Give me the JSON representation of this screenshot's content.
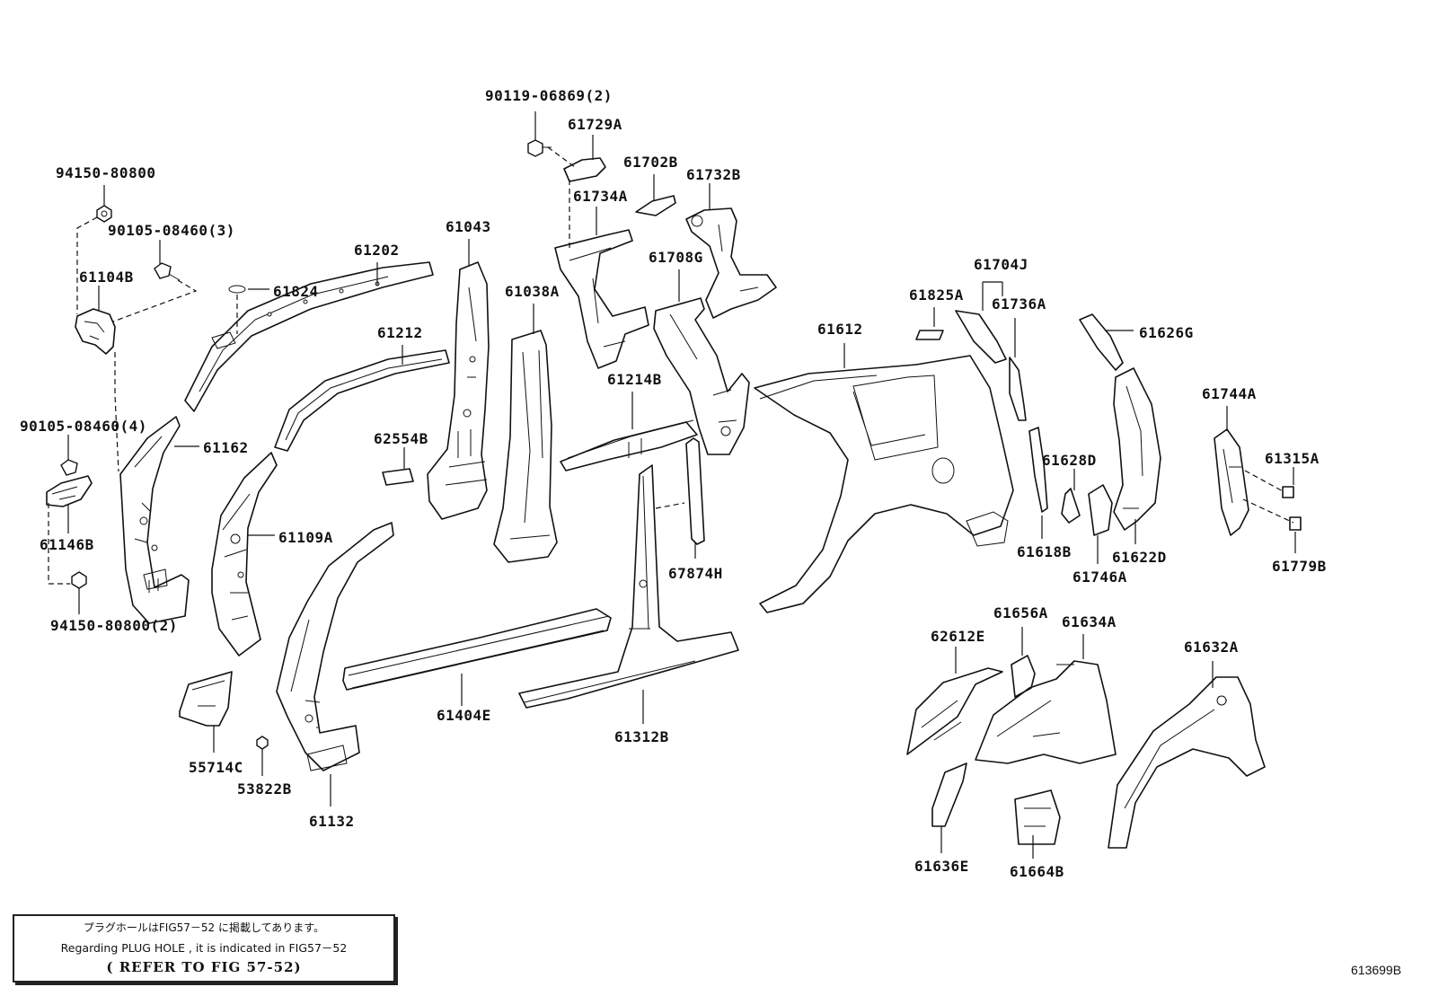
{
  "labels": {
    "l_94150_80800": "94150-80800",
    "l_90105_08460_3": "90105-08460(3)",
    "l_61104B": "61104B",
    "l_90105_08460_4": "90105-08460(4)",
    "l_61146B": "61146B",
    "l_94150_80800_2": "94150-80800(2)",
    "l_61202": "61202",
    "l_61824": "61824",
    "l_61212": "61212",
    "l_61162": "61162",
    "l_61109A": "61109A",
    "l_62554B": "62554B",
    "l_61043": "61043",
    "l_61038A": "61038A",
    "l_90119_06869_2": "90119-06869(2)",
    "l_61729A": "61729A",
    "l_61702B": "61702B",
    "l_61732B": "61732B",
    "l_61734A": "61734A",
    "l_61708G": "61708G",
    "l_61214B": "61214B",
    "l_67874H": "67874H",
    "l_61612": "61612",
    "l_61825A": "61825A",
    "l_61704J": "61704J",
    "l_61736A": "61736A",
    "l_61626G": "61626G",
    "l_61744A": "61744A",
    "l_61315A": "61315A",
    "l_61628D": "61628D",
    "l_61618B": "61618B",
    "l_61746A": "61746A",
    "l_61622D": "61622D",
    "l_61779B": "61779B",
    "l_61404E": "61404E",
    "l_61312B": "61312B",
    "l_55714C": "55714C",
    "l_53822B": "53822B",
    "l_61132": "61132",
    "l_61656A": "61656A",
    "l_61634A": "61634A",
    "l_62612E": "62612E",
    "l_61632A": "61632A",
    "l_61636E": "61636E",
    "l_61664B": "61664B"
  },
  "note": {
    "japanese": "プラグホールはFIG57－52 に掲載してあります。",
    "english": "Regarding PLUG HOLE , it is indicated in FIG57－52",
    "reference": "( REFER TO FIG 57-52)"
  },
  "figure_id": "613699B"
}
